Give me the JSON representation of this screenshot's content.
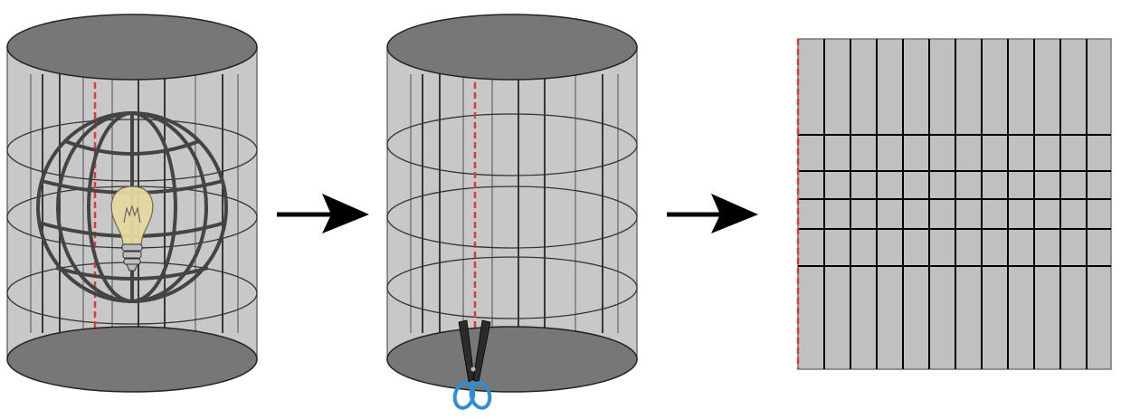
{
  "colors": {
    "cylinder_fill": "#c8c8c8",
    "cap_fill": "#777777",
    "line": "#111111",
    "ring": "#333333",
    "globe": "#444444",
    "bulb": "#e6d9a0",
    "seam": "#d93a3a",
    "sheet_fill": "#c0c0c0",
    "scissor_blade": "#2b2b2b",
    "scissor_handle": "#2a8fd8"
  },
  "icons": {
    "globe": "globe-icon",
    "bulb": "lightbulb-icon",
    "scissors": "scissors-icon",
    "arrow": "arrow-right-icon"
  },
  "panels": [
    {
      "id": "cylinder-with-globe",
      "has_globe": true,
      "has_scissors": false
    },
    {
      "id": "cylinder-cut",
      "has_globe": false,
      "has_scissors": true
    },
    {
      "id": "unrolled-sheet"
    }
  ]
}
